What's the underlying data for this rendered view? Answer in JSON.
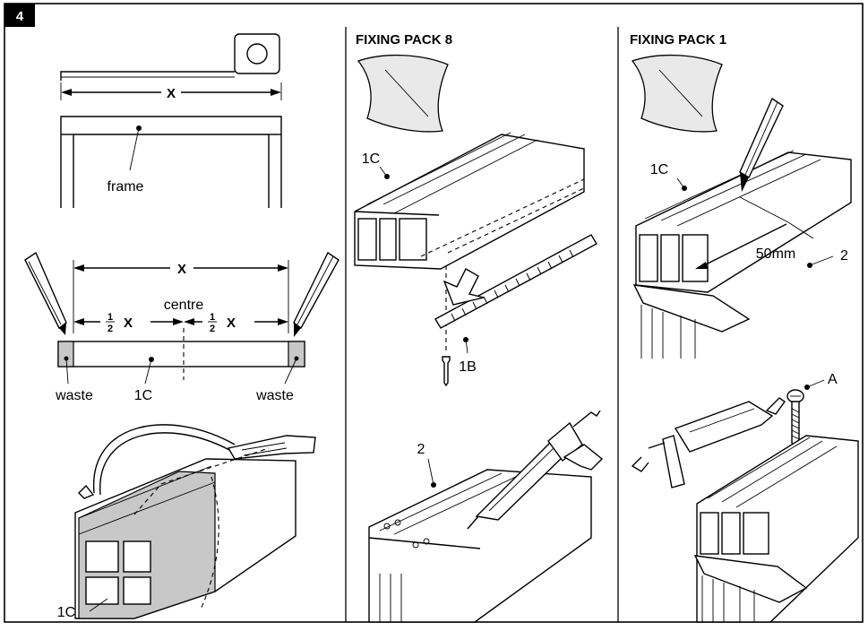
{
  "step_number": "4",
  "panel_left": {
    "measure_label": "X",
    "frame_label": "frame",
    "cut_label": "X",
    "centre_label": "centre",
    "half_fraction_num": "1",
    "half_fraction_den": "2",
    "half_symbol": "X",
    "waste_left": "waste",
    "waste_right": "waste",
    "part_label": "1C",
    "saw_part_label": "1C"
  },
  "panel_middle": {
    "header": "FIXING PACK 8",
    "part_1c": "1C",
    "part_1b": "1B",
    "part_2": "2"
  },
  "panel_right": {
    "header": "FIXING PACK 1",
    "part_1c": "1C",
    "distance": "50mm",
    "part_2": "2",
    "part_a": "A"
  }
}
